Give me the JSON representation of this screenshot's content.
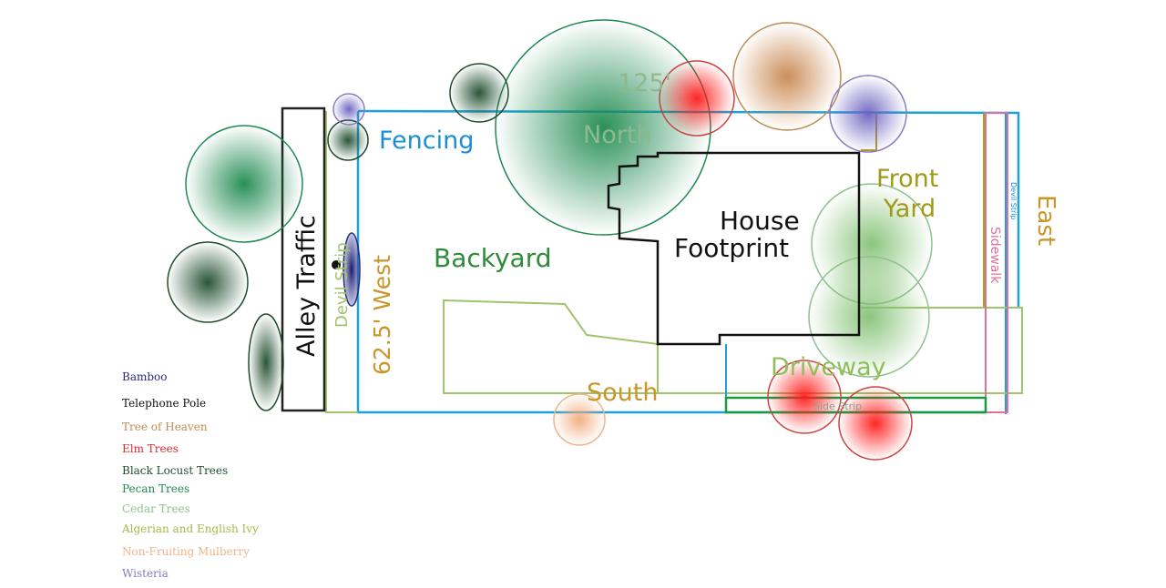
{
  "labels": {
    "alley": "Alley Traffic",
    "devil_strip_west": "Devil Strip",
    "west": "62.5' West",
    "fencing": "Fencing",
    "north_dim": "125'",
    "north": "North",
    "house": [
      "House",
      "Footprint"
    ],
    "backyard": "Backyard",
    "front_yard": [
      "Front",
      "Yard"
    ],
    "driveway": "Driveway",
    "south": "South",
    "side_strip": "Side Strip",
    "sidewalk": "Sidewalk",
    "devil_strip_east": "Devil Strip",
    "east": "East"
  },
  "legend": [
    {
      "label": "Bamboo",
      "color": "#2b2b7a"
    },
    {
      "label": "Telephone Pole",
      "color": "#111111"
    },
    {
      "label": "Tree of Heaven",
      "color": "#c08a52"
    },
    {
      "label": "Elm Trees",
      "color": "#e02a2a"
    },
    {
      "label": "Black Locust Trees",
      "color": "#1f4d2e"
    },
    {
      "label": "Pecan Trees",
      "color": "#1e8a50"
    },
    {
      "label": "Cedar Trees",
      "color": "#8fc28f"
    },
    {
      "label": "Algerian and English Ivy",
      "color": "#a8b84a"
    },
    {
      "label": "Non-Fruiting Mulberry",
      "color": "#f0b488"
    },
    {
      "label": "Wisteria",
      "color": "#8a7ac0"
    }
  ],
  "colors": {
    "fence": "#1da1d8",
    "yard_border": "#9fc46a",
    "front_yard_border": "#a8a020",
    "sidewalk_border": "#e070a0",
    "house_border": "#111111",
    "driveway_border": "#1a9a40",
    "label_blue": "#1a8fd8",
    "label_gold": "#c9962a",
    "label_green_dark": "#2e8b3a",
    "label_olive": "#a09a18",
    "label_light_green": "#8fbf5a",
    "label_sage": "#8fb88f",
    "label_pink": "#e070a0"
  }
}
